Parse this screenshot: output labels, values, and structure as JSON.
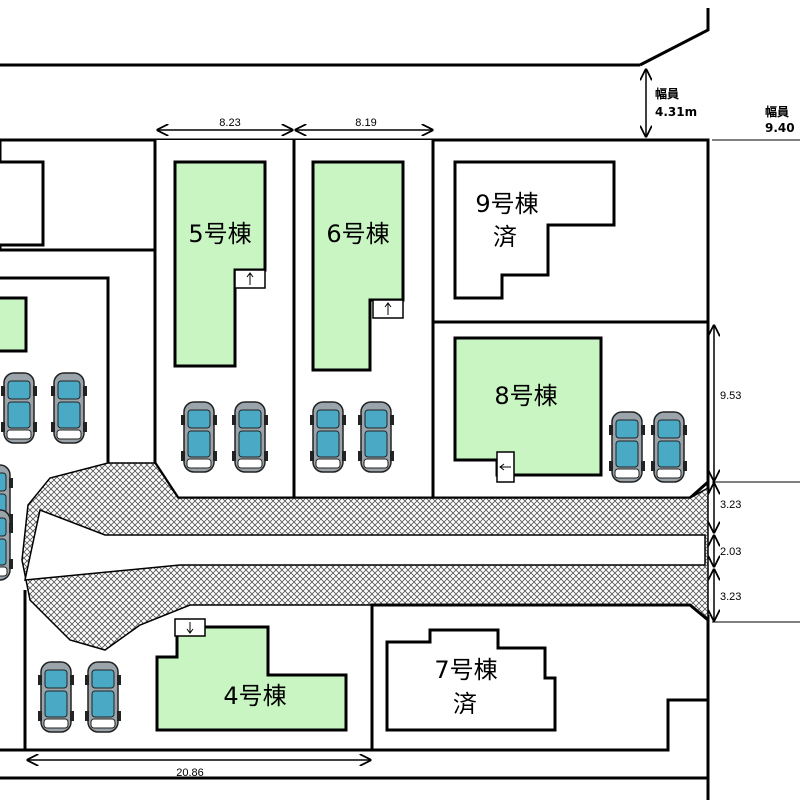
{
  "buildings": [
    {
      "id": "b5",
      "label": "5号棟",
      "sold_label": ""
    },
    {
      "id": "b6",
      "label": "6号棟",
      "sold_label": ""
    },
    {
      "id": "b9",
      "label": "9号棟",
      "sold_label": "済"
    },
    {
      "id": "b8",
      "label": "8号棟",
      "sold_label": ""
    },
    {
      "id": "b4",
      "label": "4号棟",
      "sold_label": ""
    },
    {
      "id": "b7",
      "label": "7号棟",
      "sold_label": "済"
    }
  ],
  "roads": [
    {
      "title": "幅員",
      "width": "4.31m"
    },
    {
      "title": "幅員",
      "width": "9.40"
    }
  ],
  "dimensions": {
    "lot5_width": "8.23",
    "lot6_width": "8.19",
    "lot8_depth": "9.53",
    "road_sidewalk_top": "3.23",
    "road_median": "2.03",
    "road_sidewalk_bottom": "3.23",
    "lot4_width": "20.86"
  },
  "colors": {
    "house_fill": "#c9f5c3",
    "car_body": "#4aa9c4"
  }
}
